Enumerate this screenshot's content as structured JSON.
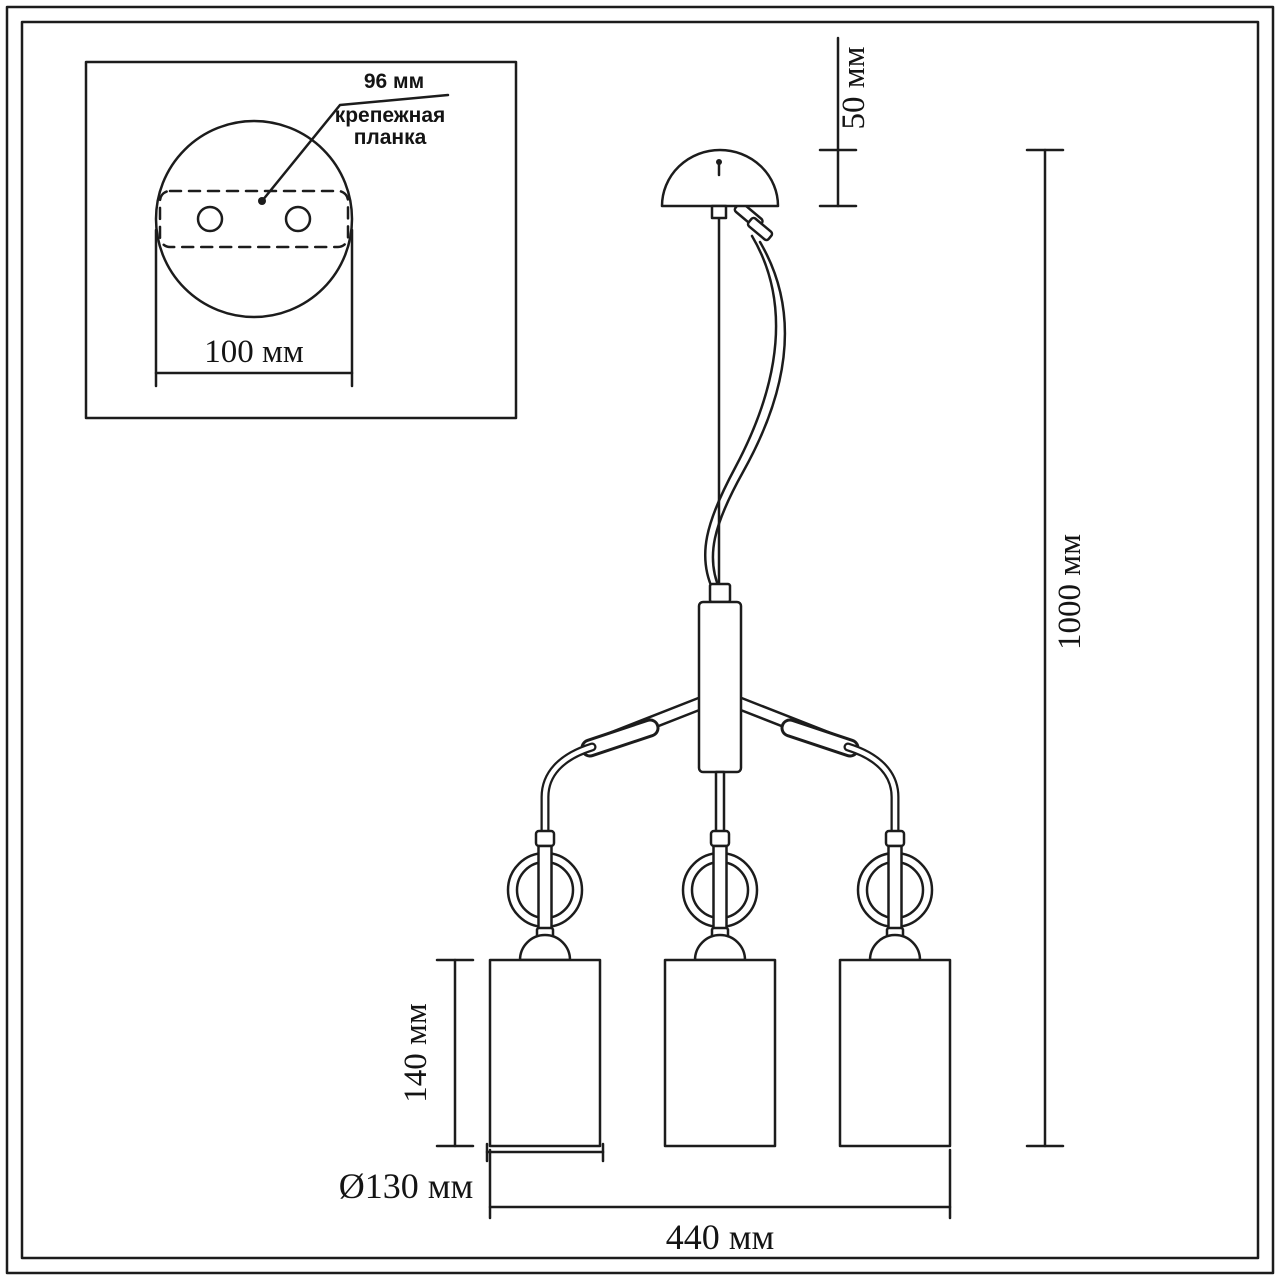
{
  "colors": {
    "line": "#1c1c1c",
    "background": "#ffffff",
    "text": "#141414"
  },
  "inset": {
    "plate_offset": "96 мм",
    "plate_name_line1": "крепежная",
    "plate_name_line2": "планка",
    "canopy_width": "100 мм"
  },
  "dimensions": {
    "canopy_height": "50 мм",
    "overall_height": "1000 мм",
    "shade_height": "140 мм",
    "shade_diameter": "Ø130 мм",
    "overall_width": "440 мм"
  }
}
